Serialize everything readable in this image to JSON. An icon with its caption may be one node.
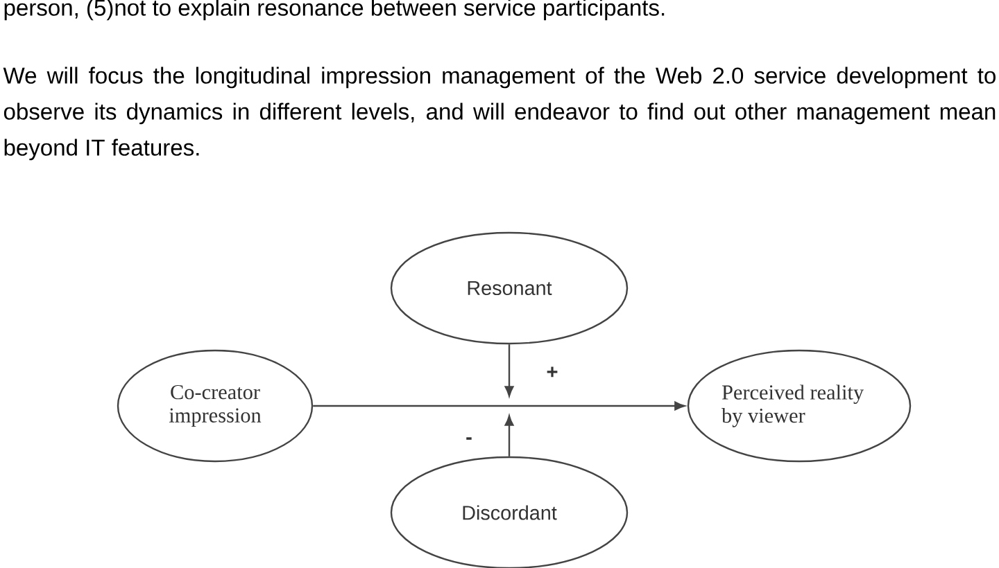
{
  "diagram": {
    "nodes": [
      {
        "text": [
          "Co-creator impression"
        ]
      },
      {
        "text": [
          "Resonant"
        ]
      },
      {
        "text": [
          "Perceived reality by viewer"
        ]
      },
      {
        "text": [
          "Discordant"
        ]
      }
    ],
    "edges": [
      {
        "from": 0,
        "to": 2,
        "arrow": "to"
      },
      {
        "from": 1,
        "to": null,
        "arrow": "to",
        "label": "+"
      },
      {
        "from": 3,
        "to": null,
        "arrow": "to",
        "label": "-"
      }
    ],
    "labels": [
      "person, (5)not to explain resonance between service participants.",
      "We will focus the longitudinal impression management of the Web 2.0 service development to observe its dynamics in different levels, and will endeavor to find out other management mean beyond IT features."
    ]
  }
}
